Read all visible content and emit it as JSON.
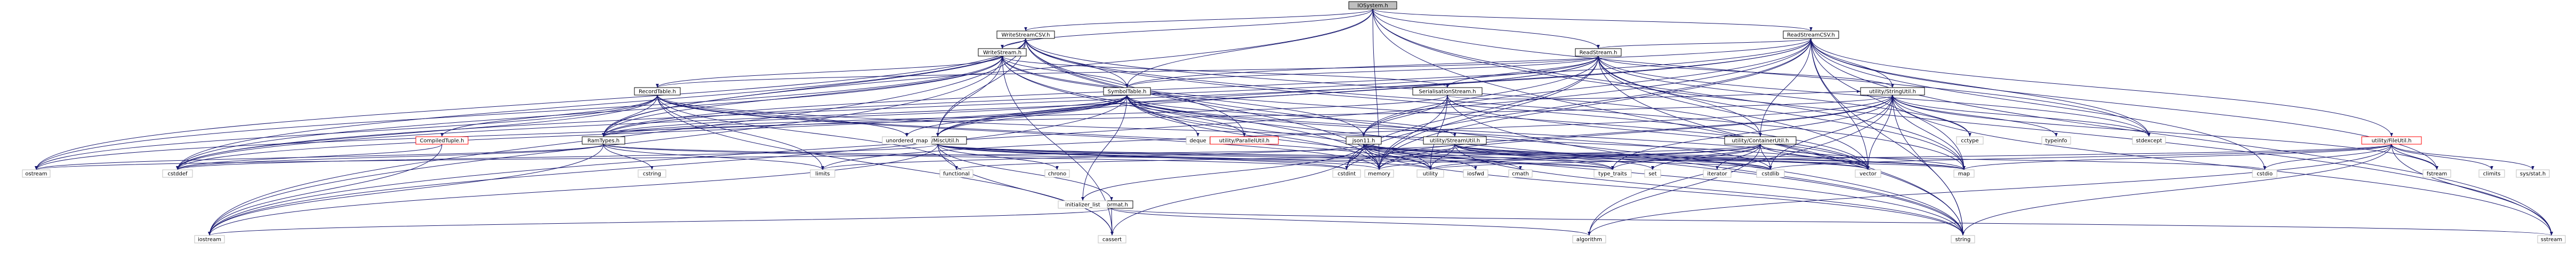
{
  "colors": {
    "edge": "#191970",
    "edge_alt": "#63b8ff",
    "node_border": "#000000",
    "node_fill": "#ffffff",
    "root_fill": "#bfbfbf",
    "missing_border": "#ff0000"
  },
  "nodes": [
    {
      "id": "iosystem",
      "label": "IOSystem.h",
      "kind": "root"
    },
    {
      "id": "writestreamcsv",
      "label": "WriteStreamCSV.h",
      "kind": "file"
    },
    {
      "id": "readstreamcsv",
      "label": "ReadStreamCSV.h",
      "kind": "file"
    },
    {
      "id": "writestream",
      "label": "WriteStream.h",
      "kind": "file"
    },
    {
      "id": "readstream",
      "label": "ReadStream.h",
      "kind": "file"
    },
    {
      "id": "recordtable",
      "label": "RecordTable.h",
      "kind": "file"
    },
    {
      "id": "symboltable",
      "label": "SymbolTable.h",
      "kind": "file"
    },
    {
      "id": "serialisationstream",
      "label": "SerialisationStream.h",
      "kind": "file"
    },
    {
      "id": "utilitystringutil",
      "label": "utility/StringUtil.h",
      "kind": "file"
    },
    {
      "id": "utilityfileutil",
      "label": "utility/FileUtil.h",
      "kind": "missing"
    },
    {
      "id": "compiledtuple",
      "label": "CompiledTuple.h",
      "kind": "missing"
    },
    {
      "id": "ramtypes",
      "label": "RamTypes.h",
      "kind": "file"
    },
    {
      "id": "utilitymiscutil",
      "label": "utility/MiscUtil.h",
      "kind": "file"
    },
    {
      "id": "utilityparallelutil",
      "label": "utility/ParallelUtil.h",
      "kind": "missing"
    },
    {
      "id": "json11",
      "label": "json11.h",
      "kind": "file"
    },
    {
      "id": "utilitystreamutil",
      "label": "utility/StreamUtil.h",
      "kind": "file"
    },
    {
      "id": "utilitycontainerutil",
      "label": "utility/ContainerUtil.h",
      "kind": "file"
    },
    {
      "id": "tinyformat",
      "label": "tinyformat.h",
      "kind": "file"
    },
    {
      "id": "ostream",
      "label": "ostream",
      "kind": "system"
    },
    {
      "id": "cstddef",
      "label": "cstddef",
      "kind": "system"
    },
    {
      "id": "unordered_map",
      "label": "unordered_map",
      "kind": "system"
    },
    {
      "id": "cstring",
      "label": "cstring",
      "kind": "system"
    },
    {
      "id": "limits",
      "label": "limits",
      "kind": "system"
    },
    {
      "id": "functional",
      "label": "functional",
      "kind": "system"
    },
    {
      "id": "chrono",
      "label": "chrono",
      "kind": "system"
    },
    {
      "id": "deque",
      "label": "deque",
      "kind": "system"
    },
    {
      "id": "initializer_list",
      "label": "initializer_list",
      "kind": "system"
    },
    {
      "id": "cstdint",
      "label": "cstdint",
      "kind": "system"
    },
    {
      "id": "memory",
      "label": "memory",
      "kind": "system"
    },
    {
      "id": "utility",
      "label": "utility",
      "kind": "system"
    },
    {
      "id": "iosfwd",
      "label": "iosfwd",
      "kind": "system"
    },
    {
      "id": "cmath",
      "label": "cmath",
      "kind": "system"
    },
    {
      "id": "type_traits",
      "label": "type_traits",
      "kind": "system"
    },
    {
      "id": "set",
      "label": "set",
      "kind": "system"
    },
    {
      "id": "iterator",
      "label": "iterator",
      "kind": "system"
    },
    {
      "id": "cstdlib",
      "label": "cstdlib",
      "kind": "system"
    },
    {
      "id": "vector",
      "label": "vector",
      "kind": "system"
    },
    {
      "id": "map",
      "label": "map",
      "kind": "system"
    },
    {
      "id": "cctype",
      "label": "cctype",
      "kind": "system"
    },
    {
      "id": "typeinfo",
      "label": "typeinfo",
      "kind": "system"
    },
    {
      "id": "stdexcept",
      "label": "stdexcept",
      "kind": "system"
    },
    {
      "id": "cstdio",
      "label": "cstdio",
      "kind": "system"
    },
    {
      "id": "fstream",
      "label": "fstream",
      "kind": "system"
    },
    {
      "id": "climits",
      "label": "climits",
      "kind": "system"
    },
    {
      "id": "sysstat",
      "label": "sys/stat.h",
      "kind": "system"
    },
    {
      "id": "iostream",
      "label": "iostream",
      "kind": "system"
    },
    {
      "id": "cassert",
      "label": "cassert",
      "kind": "system"
    },
    {
      "id": "algorithm",
      "label": "algorithm",
      "kind": "system"
    },
    {
      "id": "string",
      "label": "string",
      "kind": "system"
    },
    {
      "id": "sstream",
      "label": "sstream",
      "kind": "system"
    }
  ],
  "edges": [
    [
      "iosystem",
      "writestreamcsv"
    ],
    [
      "iosystem",
      "readstreamcsv"
    ],
    [
      "iosystem",
      "writestream"
    ],
    [
      "iosystem",
      "readstream"
    ],
    [
      "iosystem",
      "symboltable"
    ],
    [
      "iosystem",
      "ramtypes"
    ],
    [
      "iosystem",
      "memory"
    ],
    [
      "iosystem",
      "map"
    ],
    [
      "iosystem",
      "string"
    ],
    [
      "iosystem",
      "stdexcept"
    ],
    [
      "iosystem",
      "sstream"
    ],
    [
      "writestreamcsv",
      "writestream"
    ],
    [
      "writestreamcsv",
      "symboltable"
    ],
    [
      "writestreamcsv",
      "ramtypes"
    ],
    [
      "writestreamcsv",
      "utilityparallelutil"
    ],
    [
      "writestreamcsv",
      "utilitycontainerutil"
    ],
    [
      "writestreamcsv",
      "utilitymiscutil"
    ],
    [
      "writestreamcsv",
      "ostream"
    ],
    [
      "writestreamcsv",
      "iostream"
    ],
    [
      "writestreamcsv",
      "memory"
    ],
    [
      "writestreamcsv",
      "map"
    ],
    [
      "writestreamcsv",
      "string"
    ],
    [
      "writestreamcsv",
      "vector"
    ],
    [
      "writestreamcsv",
      "cstddef"
    ],
    [
      "readstreamcsv",
      "readstream"
    ],
    [
      "readstreamcsv",
      "symboltable"
    ],
    [
      "readstreamcsv",
      "ramtypes"
    ],
    [
      "readstreamcsv",
      "utilityfileutil"
    ],
    [
      "readstreamcsv",
      "utilitystringutil"
    ],
    [
      "readstreamcsv",
      "utilitycontainerutil"
    ],
    [
      "readstreamcsv",
      "utilitymiscutil"
    ],
    [
      "readstreamcsv",
      "json11"
    ],
    [
      "readstreamcsv",
      "cstdint"
    ],
    [
      "readstreamcsv",
      "fstream"
    ],
    [
      "readstreamcsv",
      "iostream"
    ],
    [
      "readstreamcsv",
      "map"
    ],
    [
      "readstreamcsv",
      "memory"
    ],
    [
      "readstreamcsv",
      "stdexcept"
    ],
    [
      "readstreamcsv",
      "string"
    ],
    [
      "readstreamcsv",
      "vector"
    ],
    [
      "readstreamcsv",
      "sstream"
    ],
    [
      "readstreamcsv",
      "cstdio"
    ],
    [
      "readstreamcsv",
      "cstddef"
    ],
    [
      "writestream",
      "recordtable"
    ],
    [
      "writestream",
      "serialisationstream"
    ],
    [
      "writestream",
      "symboltable"
    ],
    [
      "writestream",
      "ramtypes"
    ],
    [
      "writestream",
      "utilitymiscutil"
    ],
    [
      "writestream",
      "json11"
    ],
    [
      "writestream",
      "cassert"
    ],
    [
      "writestream",
      "cstddef"
    ],
    [
      "writestream",
      "memory"
    ],
    [
      "writestream",
      "string"
    ],
    [
      "writestream",
      "vector"
    ],
    [
      "writestream",
      "ostream"
    ],
    [
      "writestream",
      "iostream"
    ],
    [
      "readstream",
      "recordtable"
    ],
    [
      "readstream",
      "serialisationstream"
    ],
    [
      "readstream",
      "symboltable"
    ],
    [
      "readstream",
      "ramtypes"
    ],
    [
      "readstream",
      "utilitymiscutil"
    ],
    [
      "readstream",
      "utilitystringutil"
    ],
    [
      "readstream",
      "utilitycontainerutil"
    ],
    [
      "readstream",
      "json11"
    ],
    [
      "readstream",
      "cctype"
    ],
    [
      "readstream",
      "cstddef"
    ],
    [
      "readstream",
      "map"
    ],
    [
      "readstream",
      "memory"
    ],
    [
      "readstream",
      "string"
    ],
    [
      "readstream",
      "vector"
    ],
    [
      "readstream",
      "stdexcept"
    ],
    [
      "readstream",
      "cstdint"
    ],
    [
      "recordtable",
      "compiledtuple"
    ],
    [
      "recordtable",
      "ramtypes"
    ],
    [
      "recordtable",
      "unordered_map"
    ],
    [
      "recordtable",
      "limits"
    ],
    [
      "recordtable",
      "functional"
    ],
    [
      "recordtable",
      "cassert"
    ],
    [
      "recordtable",
      "cstddef"
    ],
    [
      "recordtable",
      "memory"
    ],
    [
      "recordtable",
      "utility"
    ],
    [
      "recordtable",
      "vector"
    ],
    [
      "recordtable",
      "ostream"
    ],
    [
      "compiledtuple",
      "cstddef"
    ],
    [
      "compiledtuple",
      "iostream"
    ],
    [
      "symboltable",
      "ramtypes"
    ],
    [
      "symboltable",
      "utilitymiscutil"
    ],
    [
      "symboltable",
      "utilityparallelutil"
    ],
    [
      "symboltable",
      "utilitystreamutil"
    ],
    [
      "symboltable",
      "deque"
    ],
    [
      "symboltable",
      "unordered_map"
    ],
    [
      "symboltable",
      "iostream"
    ],
    [
      "symboltable",
      "initializer_list"
    ],
    [
      "symboltable",
      "cstdlib"
    ],
    [
      "symboltable",
      "memory"
    ],
    [
      "symboltable",
      "string"
    ],
    [
      "symboltable",
      "utility"
    ],
    [
      "symboltable",
      "vector"
    ],
    [
      "symboltable",
      "cstddef"
    ],
    [
      "symboltable",
      "ostream"
    ],
    [
      "serialisationstream",
      "ramtypes"
    ],
    [
      "serialisationstream",
      "json11"
    ],
    [
      "serialisationstream",
      "utilitystringutil"
    ],
    [
      "serialisationstream",
      "memory"
    ],
    [
      "serialisationstream",
      "utility"
    ],
    [
      "serialisationstream",
      "vector"
    ],
    [
      "serialisationstream",
      "string"
    ],
    [
      "ramtypes",
      "cstring"
    ],
    [
      "ramtypes",
      "limits"
    ],
    [
      "ramtypes",
      "type_traits"
    ],
    [
      "ramtypes",
      "cstdint"
    ],
    [
      "ramtypes",
      "iostream"
    ],
    [
      "ramtypes",
      "ostream"
    ],
    [
      "ramtypes",
      "cstddef"
    ],
    [
      "utilitymiscutil",
      "tinyformat"
    ],
    [
      "utilitymiscutil",
      "chrono"
    ],
    [
      "utilitymiscutil",
      "cassert"
    ],
    [
      "utilitymiscutil",
      "cstddef"
    ],
    [
      "utilitymiscutil",
      "iostream"
    ],
    [
      "utilitymiscutil",
      "map"
    ],
    [
      "utilitymiscutil",
      "memory"
    ],
    [
      "utilitymiscutil",
      "type_traits"
    ],
    [
      "utilitymiscutil",
      "utility"
    ],
    [
      "utilitymiscutil",
      "cstdint"
    ],
    [
      "utilitymiscutil",
      "cstdlib"
    ],
    [
      "tinyformat",
      "cassert"
    ],
    [
      "tinyformat",
      "iostream"
    ],
    [
      "tinyformat",
      "sstream"
    ],
    [
      "tinyformat",
      "algorithm"
    ],
    [
      "json11",
      "initializer_list"
    ],
    [
      "json11",
      "iosfwd"
    ],
    [
      "json11",
      "map"
    ],
    [
      "json11",
      "memory"
    ],
    [
      "json11",
      "string"
    ],
    [
      "json11",
      "utility"
    ],
    [
      "json11",
      "vector"
    ],
    [
      "json11",
      "cassert"
    ],
    [
      "json11",
      "cmath"
    ],
    [
      "json11",
      "cstdint"
    ],
    [
      "json11",
      "cstdio"
    ],
    [
      "json11",
      "cstdlib"
    ],
    [
      "json11",
      "limits"
    ],
    [
      "json11",
      "type_traits"
    ],
    [
      "utilitystreamutil",
      "map"
    ],
    [
      "utilitystreamutil",
      "memory"
    ],
    [
      "utilitystreamutil",
      "ostream"
    ],
    [
      "utilitystreamutil",
      "set"
    ],
    [
      "utilitystreamutil",
      "string"
    ],
    [
      "utilitystreamutil",
      "utility"
    ],
    [
      "utilitystreamutil",
      "vector"
    ],
    [
      "utilitystreamutil",
      "type_traits"
    ],
    [
      "utilitystreamutil",
      "cstdlib"
    ],
    [
      "utilitycontainerutil",
      "algorithm"
    ],
    [
      "utilitycontainerutil",
      "functional"
    ],
    [
      "utilitycontainerutil",
      "iterator"
    ],
    [
      "utilitycontainerutil",
      "map"
    ],
    [
      "utilitycontainerutil",
      "memory"
    ],
    [
      "utilitycontainerutil",
      "set"
    ],
    [
      "utilitycontainerutil",
      "utility"
    ],
    [
      "utilitycontainerutil",
      "vector"
    ],
    [
      "utilitycontainerutil",
      "type_traits"
    ],
    [
      "utilitycontainerutil",
      "cstdlib"
    ],
    [
      "utilitystringutil",
      "ramtypes"
    ],
    [
      "utilitystringutil",
      "algorithm"
    ],
    [
      "utilitystringutil",
      "cctype"
    ],
    [
      "utilitystringutil",
      "cstdlib"
    ],
    [
      "utilitystringutil",
      "fstream"
    ],
    [
      "utilitystringutil",
      "limits"
    ],
    [
      "utilitystringutil",
      "sstream"
    ],
    [
      "utilitystringutil",
      "stdexcept"
    ],
    [
      "utilitystringutil",
      "string"
    ],
    [
      "utilitystringutil",
      "typeinfo"
    ],
    [
      "utilitystringutil",
      "vector"
    ],
    [
      "utilitystringutil",
      "map"
    ],
    [
      "utilitystringutil",
      "type_traits"
    ],
    [
      "utilitystringutil",
      "cstdint"
    ],
    [
      "utilitystringutil",
      "memory"
    ],
    [
      "utilityfileutil",
      "map"
    ],
    [
      "utilityfileutil",
      "fstream"
    ],
    [
      "utilityfileutil",
      "climits"
    ],
    [
      "utilityfileutil",
      "sysstat"
    ],
    [
      "utilityfileutil",
      "cstdio"
    ],
    [
      "utilityfileutil",
      "sstream"
    ],
    [
      "utilityfileutil",
      "string"
    ],
    [
      "utilityfileutil",
      "algorithm"
    ],
    [
      "utilityfileutil",
      "cstdlib"
    ],
    [
      "utilityfileutil",
      "utility"
    ]
  ]
}
